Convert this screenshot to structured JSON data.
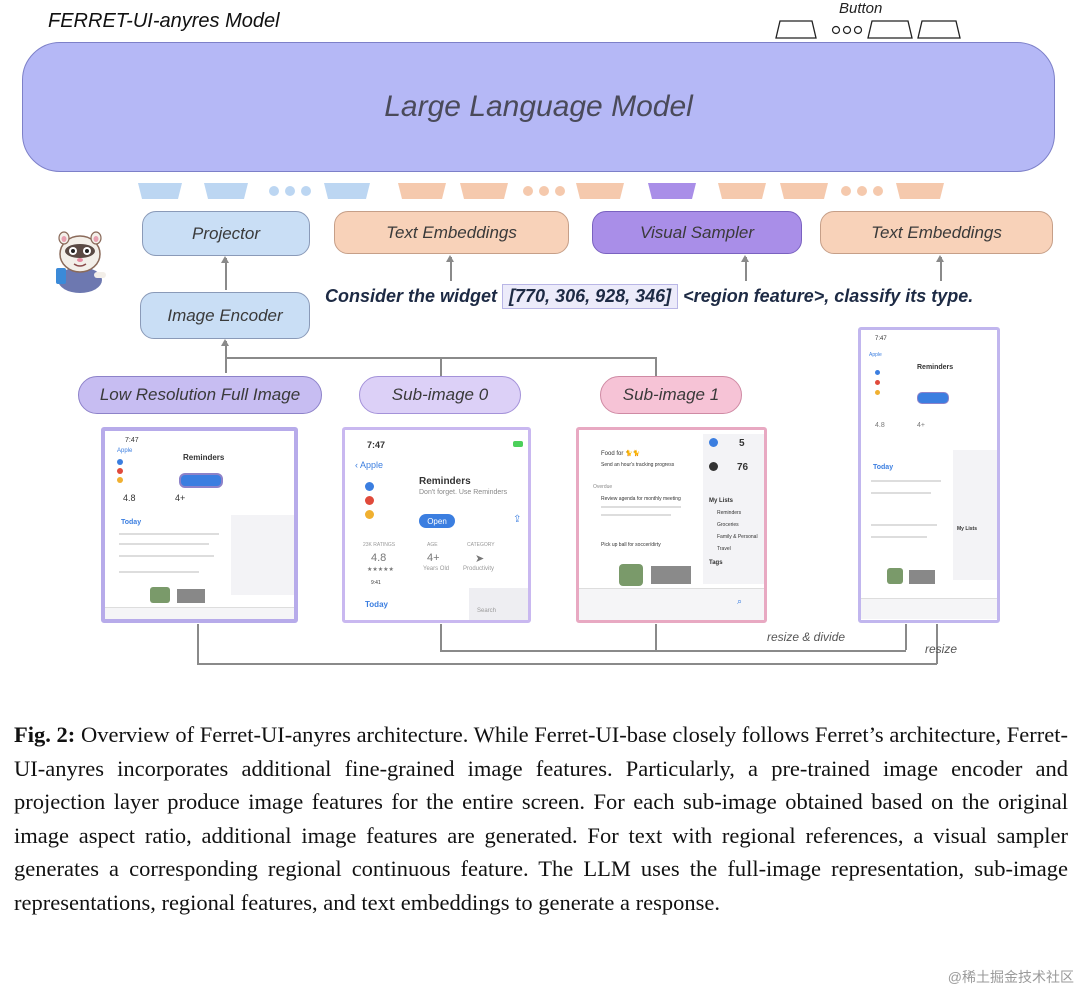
{
  "diagram": {
    "model_label": "FERRET-UI-anyres Model",
    "button_label": "Button",
    "llm_label": "Large Language Model",
    "modules": {
      "projector": "Projector",
      "text_embeddings_1": "Text Embeddings",
      "visual_sampler": "Visual Sampler",
      "text_embeddings_2": "Text Embeddings",
      "image_encoder": "Image Encoder"
    },
    "query": {
      "prefix": "Consider the widget",
      "coords": "[770, 306, 928, 346]",
      "suffix": "<region feature>, classify its type."
    },
    "inputs": {
      "low_res": "Low Resolution Full Image",
      "sub0": "Sub-image 0",
      "sub1": "Sub-image 1"
    },
    "edge_labels": {
      "resize_divide": "resize & divide",
      "resize": "resize"
    },
    "colors": {
      "llm": "#b5b8f6",
      "blue_token": "#bcd6f2",
      "orange_token": "#f5c9ad",
      "purple_token": "#a98ee8",
      "projector": "#c9def5",
      "text_embed": "#f8d2b9",
      "visual_sampler": "#a98ee8",
      "low_res_pill": "#c7bdf2",
      "sub0_pill": "#dcd0f7",
      "sub1_pill": "#f6c3d6"
    },
    "screens": {
      "time": "7:47",
      "back": "Apple",
      "app_name": "Reminders",
      "app_sub": "Don't forget. Use Reminders",
      "open_btn": "Open",
      "rating": "4.8",
      "stars": "★★★★★",
      "age": "4+",
      "age_sub": "Years Old",
      "category": "Productivity",
      "ratings_hdr": "23K RATINGS",
      "age_hdr": "AGE",
      "cat_hdr": "CATEGORY",
      "today": "Today",
      "search": "Search",
      "my_lists": "My Lists",
      "tags": "Tags",
      "time2": "9:41",
      "num1": "5",
      "num2": "76",
      "list_items": [
        "Reminders",
        "Groceries",
        "Family & Personal",
        "Travel"
      ],
      "food_item": "Food for 🐈🐈",
      "send_item": "Send an hour's tracking progress",
      "overdue": "Overdue",
      "review_item": "Review agenda for monthly meeting",
      "pickup_item": "Pick up ball for soccer/dirty"
    }
  },
  "caption": {
    "label": "Fig. 2:",
    "text": "Overview of Ferret-UI-anyres architecture. While Ferret-UI-base closely follows Ferret’s architecture, Ferret-UI-anyres incorporates additional fine-grained image features. Particularly, a pre-trained image encoder and projection layer produce image features for the entire screen. For each sub-image obtained based on the original image aspect ratio, additional image features are generated. For text with regional references, a visual sampler generates a corresponding regional continuous feature. The LLM uses the full-image representation, sub-image representations, regional features, and text embeddings to generate a response."
  },
  "watermark": "@稀土掘金技术社区"
}
